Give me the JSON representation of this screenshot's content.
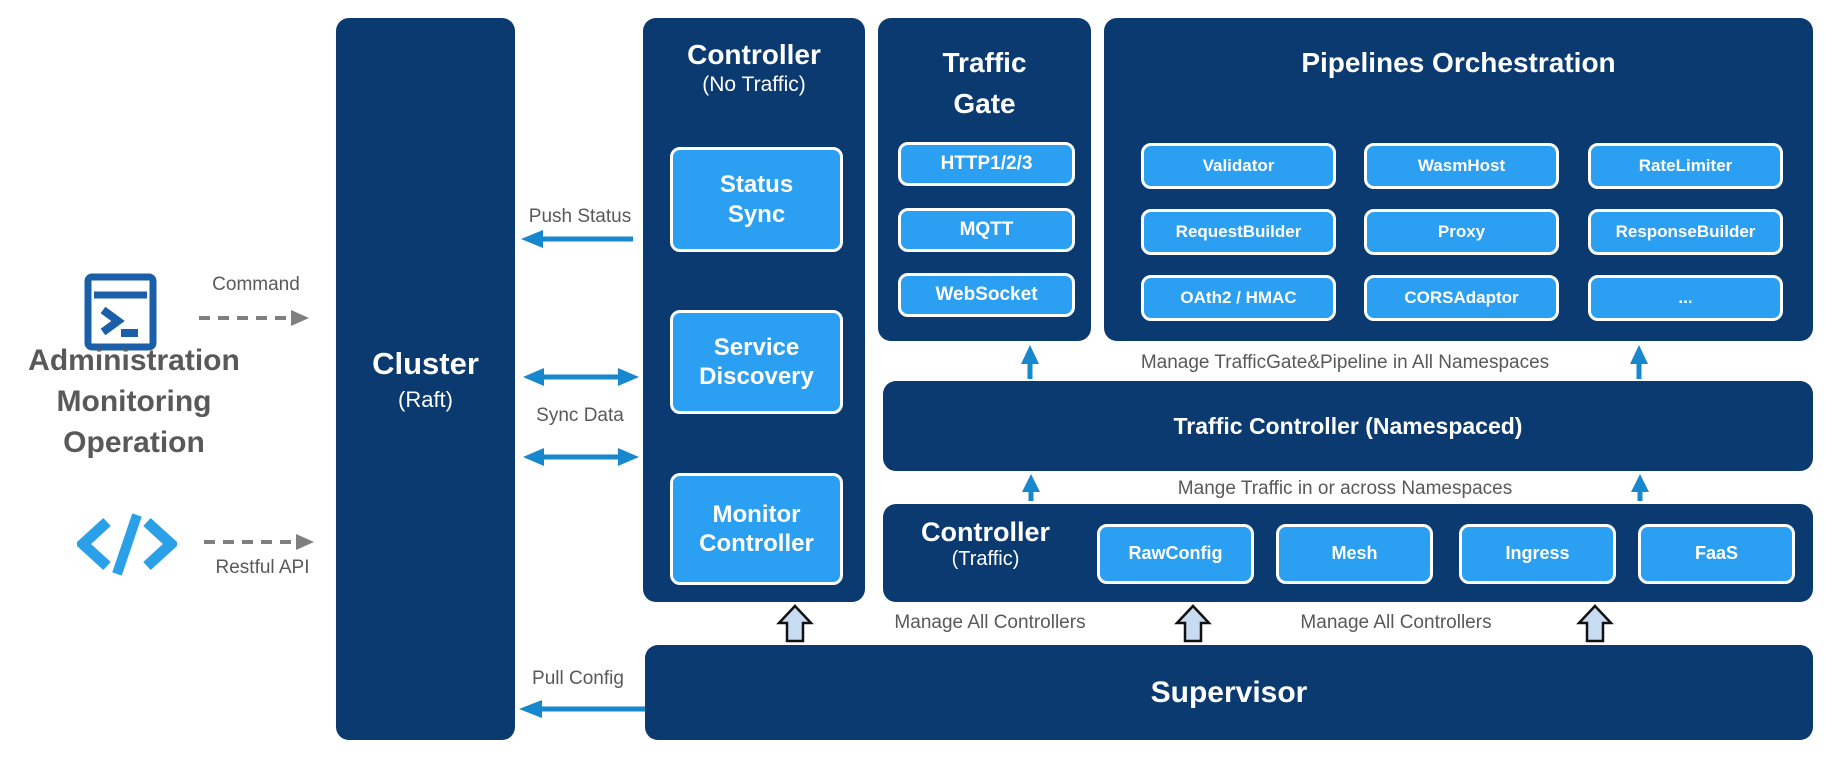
{
  "palette": {
    "navy": "#0A3A70",
    "chip_blue": "#2B9FF2",
    "arrow_blue": "#1787CE",
    "label_gray": "#595959",
    "dash_gray": "#7F7F7F",
    "hollow_arrow_fill": "#C7DBF2",
    "terminal_icon_blue": "#1A5FA8",
    "code_icon_blue": "#2AA0E8"
  },
  "left_panel": {
    "command_label": "Command",
    "identity_lines": [
      "Administration",
      "Monitoring",
      "Operation"
    ],
    "restful_label": "Restful API",
    "icons": [
      "terminal-prompt-icon",
      "code-brackets-icon"
    ]
  },
  "cluster": {
    "title": "Cluster",
    "subtitle": "(Raft)"
  },
  "controller_no_traffic": {
    "title": "Controller",
    "subtitle": "(No Traffic)",
    "modules": [
      "Status Sync",
      "Service Discovery",
      "Monitor Controller"
    ]
  },
  "traffic_gate": {
    "title_lines": [
      "Traffic",
      "Gate"
    ],
    "protocols": [
      "HTTP1/2/3",
      "MQTT",
      "WebSocket"
    ]
  },
  "pipelines_orchestration": {
    "title": "Pipelines Orchestration",
    "filters": [
      [
        "Validator",
        "WasmHost",
        "RateLimiter"
      ],
      [
        "RequestBuilder",
        "Proxy",
        "ResponseBuilder"
      ],
      [
        "OAth2 / HMAC",
        "CORSAdaptor",
        "..."
      ]
    ]
  },
  "traffic_controller": {
    "title": "Traffic Controller (Namespaced)"
  },
  "controller_traffic": {
    "title": "Controller",
    "subtitle": "(Traffic)",
    "modules": [
      "RawConfig",
      "Mesh",
      "Ingress",
      "FaaS"
    ]
  },
  "supervisor": {
    "title": "Supervisor"
  },
  "flow_labels": {
    "push_status": "Push Status",
    "sync_data": "Sync Data",
    "pull_config": "Pull Config",
    "manage_gate_pipeline": "Manage TrafficGate&Pipeline in All Namespaces",
    "manage_traffic": "Mange Traffic in or across Namespaces",
    "manage_all_controllers_left": "Manage All Controllers",
    "manage_all_controllers_right": "Manage All Controllers"
  }
}
